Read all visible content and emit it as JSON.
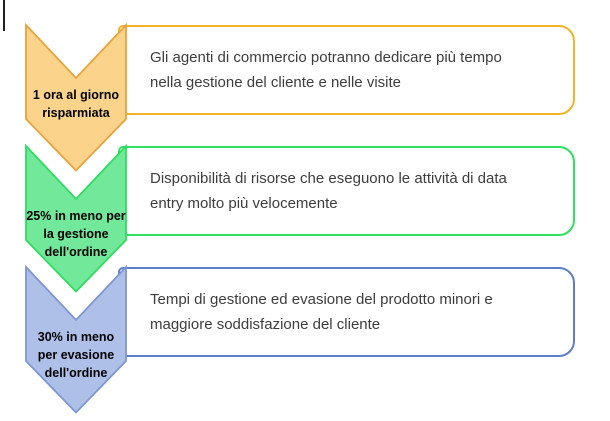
{
  "diagram": {
    "background": "#ffffff",
    "artifact_line_color": "#1f1f1f",
    "text_color": "#3d3d3d",
    "chevron_text_color": "#000000",
    "rows": [
      {
        "chevron_label": "1 ora al giorno\nrisparmiata",
        "chevron_fill": "#FBD38A",
        "chevron_border": "#E8A33C",
        "box_border": "#F2B42A",
        "box_text": "Gli agenti di commercio potranno dedicare più tempo\nnella gestione del cliente e nelle visite"
      },
      {
        "chevron_label": "25% in meno per\nla gestione\ndell'ordine",
        "chevron_fill": "#72E89B",
        "chevron_border": "#2EDC60",
        "box_border": "#30E05F",
        "box_text": "Disponibilità di risorse che eseguono le attività di data\nentry molto più velocemente"
      },
      {
        "chevron_label": "30% in meno\nper evasione\ndell'ordine",
        "chevron_fill": "#AFC0E8",
        "chevron_border": "#7D95D3",
        "box_border": "#5B7FC8",
        "box_text": "Tempi di gestione ed evasione del prodotto minori e\nmaggiore soddisfazione del cliente"
      }
    ]
  }
}
